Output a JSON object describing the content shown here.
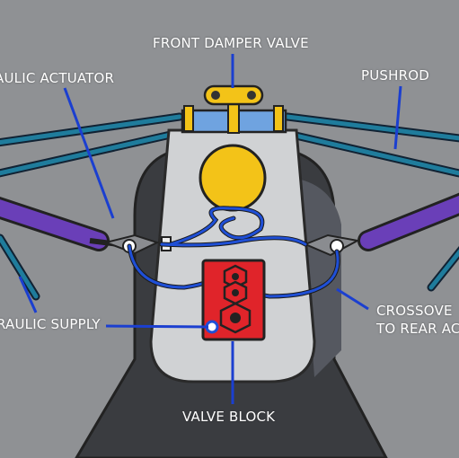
{
  "labels": {
    "front_damper_valve": "FRONT DAMPER VALVE",
    "hydraulic_actuator": "AULIC ACTUATOR",
    "pushrod": "PUSHROD",
    "hydraulic_supply": "RAULIC SUPPLY",
    "crossover_line1": "CROSSOVE",
    "crossover_line2": "TO REAR AC",
    "valve_block": "VALVE BLOCK"
  },
  "colors": {
    "background": "#8f9194",
    "chassis": "#d0d2d4",
    "dark_body": "#3a3c40",
    "hydraulic_line": "#1f4fd6",
    "actuator": "#6a3fb8",
    "valve_block": "#e0242a",
    "damper_valve": "#f3c318",
    "suspension_arm": "#1f7c9c",
    "callout_line": "#1b3fd0"
  }
}
